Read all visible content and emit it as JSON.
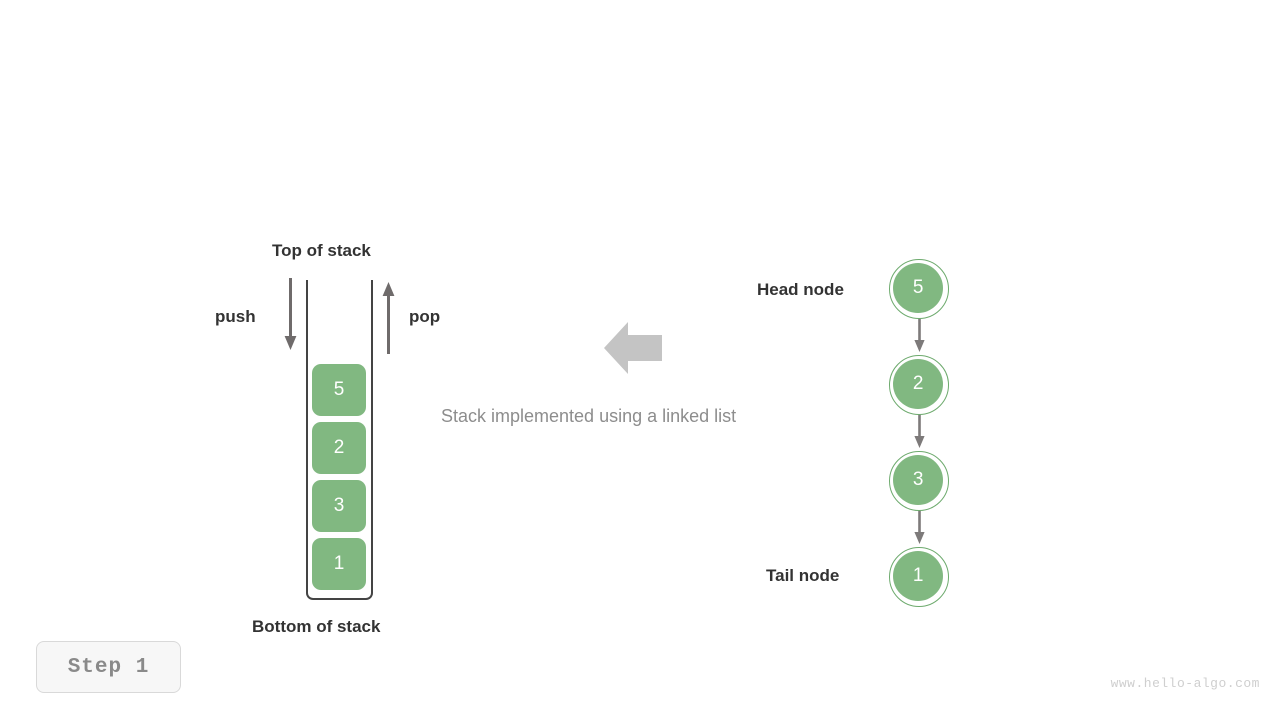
{
  "diagram": {
    "caption": "Stack implemented using a linked list",
    "colors": {
      "node_fill": "#81b881",
      "node_ring": "#6daa6d",
      "container_border": "#444444",
      "arrow_grey": "#6f6b6b",
      "block_arrow": "#c4c4c4",
      "label_dark": "#333333",
      "label_grey": "#8d8d8d"
    }
  },
  "stack": {
    "top_label": "Top of stack",
    "bottom_label": "Bottom of stack",
    "push_label": "push",
    "pop_label": "pop",
    "boxes": [
      {
        "value": "5"
      },
      {
        "value": "2"
      },
      {
        "value": "3"
      },
      {
        "value": "1"
      }
    ]
  },
  "linked_list": {
    "head_label": "Head node",
    "tail_label": "Tail node",
    "nodes": [
      {
        "value": "5"
      },
      {
        "value": "2"
      },
      {
        "value": "3"
      },
      {
        "value": "1"
      }
    ]
  },
  "footer": {
    "step_label": "Step 1",
    "watermark": "www.hello-algo.com"
  }
}
